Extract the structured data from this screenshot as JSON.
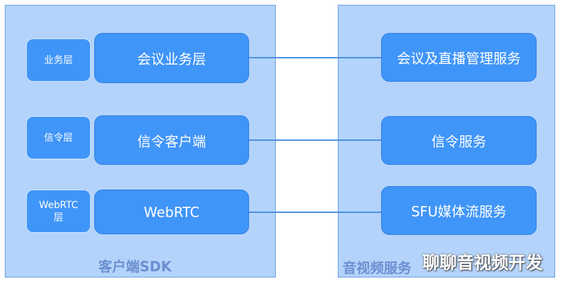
{
  "left": {
    "label": "客户端SDK",
    "rows": [
      {
        "layer": "业务层",
        "component": "会议业务层"
      },
      {
        "layer": "信令层",
        "component": "信令客户端"
      },
      {
        "layer": "WebRTC\n层",
        "component": "WebRTC"
      }
    ]
  },
  "right": {
    "label": "音视频服务",
    "services": [
      "会议及直播管理服务",
      "信令服务",
      "SFU媒体流服务"
    ]
  },
  "watermark": "聊聊音视频开发"
}
